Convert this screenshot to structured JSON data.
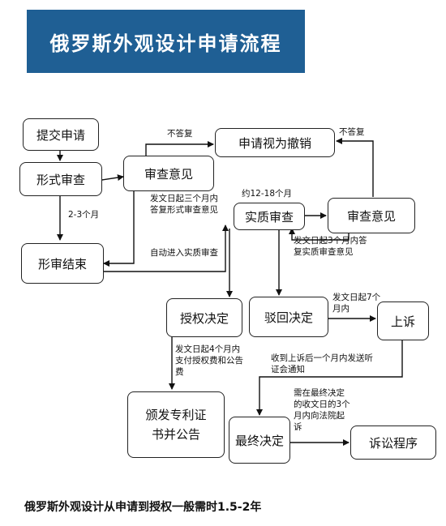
{
  "title": "俄罗斯外观设计申请流程",
  "nodes": {
    "submit": "提交申请",
    "formal_review": "形式审查",
    "exam_opinion_1": "审查意见",
    "deemed_withdrawn": "申请视为撤销",
    "substantive_review": "实质审查",
    "exam_opinion_2": "审查意见",
    "formal_end": "形审结束",
    "grant_decision": "授权决定",
    "reject_decision": "驳回决定",
    "appeal": "上诉",
    "issue_patent": "颁发专利证书并公告",
    "final_decision": "最终决定",
    "litigation": "诉讼程序"
  },
  "labels": {
    "no_reply_1": "不答复",
    "no_reply_2": "不答复",
    "two_three_months": "2-3个月",
    "reply_3m_formal": "发文日起三个月内答复形式审查意见",
    "about_12_18": "约12-18个月",
    "reply_3m_substantive": "发文日起3个月内答复实质审查意见",
    "auto_substantive": "自动进入实质审查",
    "seven_months": "发文日起7个月内",
    "pay_fees_4m": "发文日起4个月内支付授权费和公告费",
    "hearing_notice": "收到上诉后一个月内发送听证会通知",
    "sue_3m": "需在最终决定的收文日的3个月内向法院起诉"
  },
  "footer": "俄罗斯外观设计从申请到授权一般需时1.5-2年"
}
